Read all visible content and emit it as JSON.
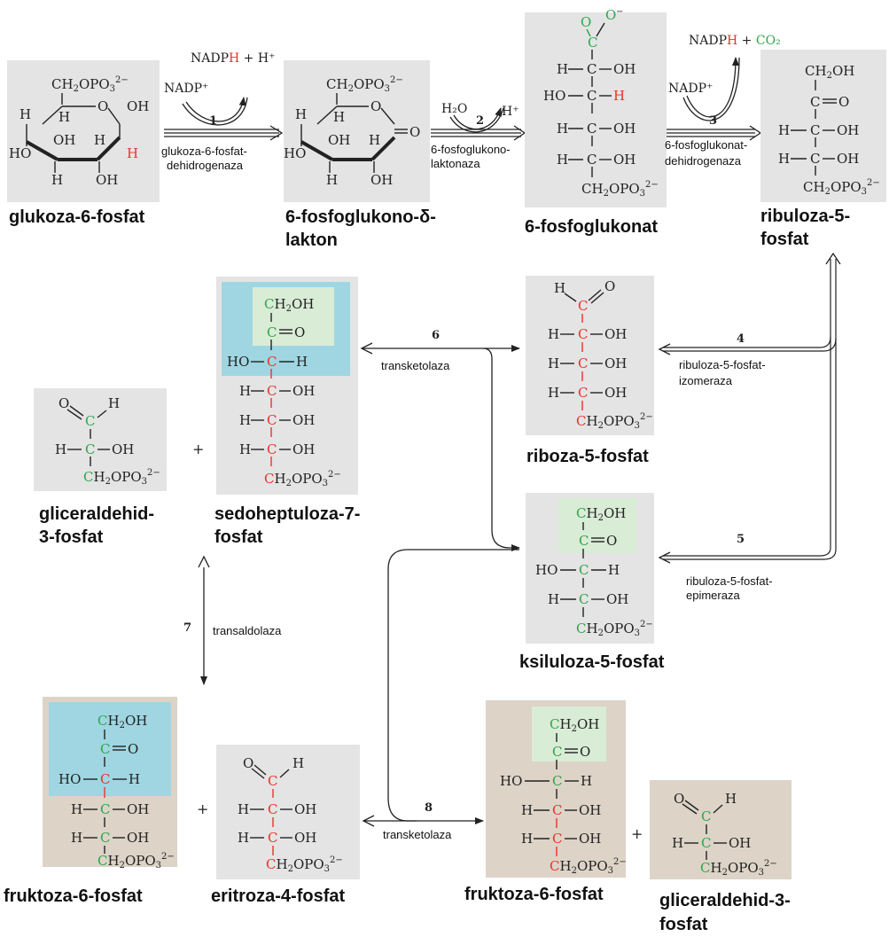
{
  "compounds": {
    "g6p": "glukoza-6-fosfat",
    "pgl_line1": "6-fosfoglukono-δ-",
    "pgl_line2": "lakton",
    "pgn": "6-fosfoglukonat",
    "ru5p_line1": "ribuloza-5-",
    "ru5p_line2": "fosfat",
    "r5p": "riboza-5-fosfat",
    "s7p_line1": "sedoheptuloza-7-",
    "s7p_line2": "fosfat",
    "gap_line1": "gliceraldehid-",
    "gap_line2": "3-fosfat",
    "x5p": "ksiluloza-5-fosfat",
    "f6p": "fruktoza-6-fosfat",
    "e4p": "eritroza-4-fosfat",
    "f6p_2": "fruktoza-6-fosfat",
    "gap2_line1": "gliceraldehid-3-",
    "gap2_line2": "fosfat"
  },
  "enzymes": {
    "e1_line1": "glukoza-6-fosfat-",
    "e1_line2": "dehidrogenaza",
    "e2_line1": "6-fosfoglukono-",
    "e2_line2": "laktonaza",
    "e3_line1": "6-fosfoglukonat-",
    "e3_line2": "dehidrogenaza",
    "e4_line1": "ribuloza-5-fosfat-",
    "e4_line2": "izomeraza",
    "e5_line1": "ribuloza-5-fosfat-",
    "e5_line2": "epimeraza",
    "e6": "transketolaza",
    "e7": "transaldolaza",
    "e8": "transketolaza"
  },
  "steps": {
    "s1": "1",
    "s2": "2",
    "s3": "3",
    "s4": "4",
    "s5": "5",
    "s6": "6",
    "s7": "7",
    "s8": "8"
  },
  "cofactors": {
    "nadp_in_1": "NADP⁺",
    "nadph_out_1a": "NADP",
    "nadph_out_1b": "H",
    "nadph_out_1c": " + H⁺",
    "h2o": "H₂O",
    "hplus": "H⁺",
    "nadp_in_3": "NADP⁺",
    "nadph_out_3a": "NADP",
    "nadph_out_3b": "H",
    "nadph_out_3c": " + ",
    "co2": "CO₂"
  },
  "plus_sign": "+",
  "colors": {
    "red_carbon": "#e8322c",
    "green_carbon": "#2ea64a",
    "gray_box": "#e4e4e4",
    "tan_box": "#ddd3c7",
    "blue_box": "#9fd6e2",
    "green_box": "#d9ecd6"
  }
}
